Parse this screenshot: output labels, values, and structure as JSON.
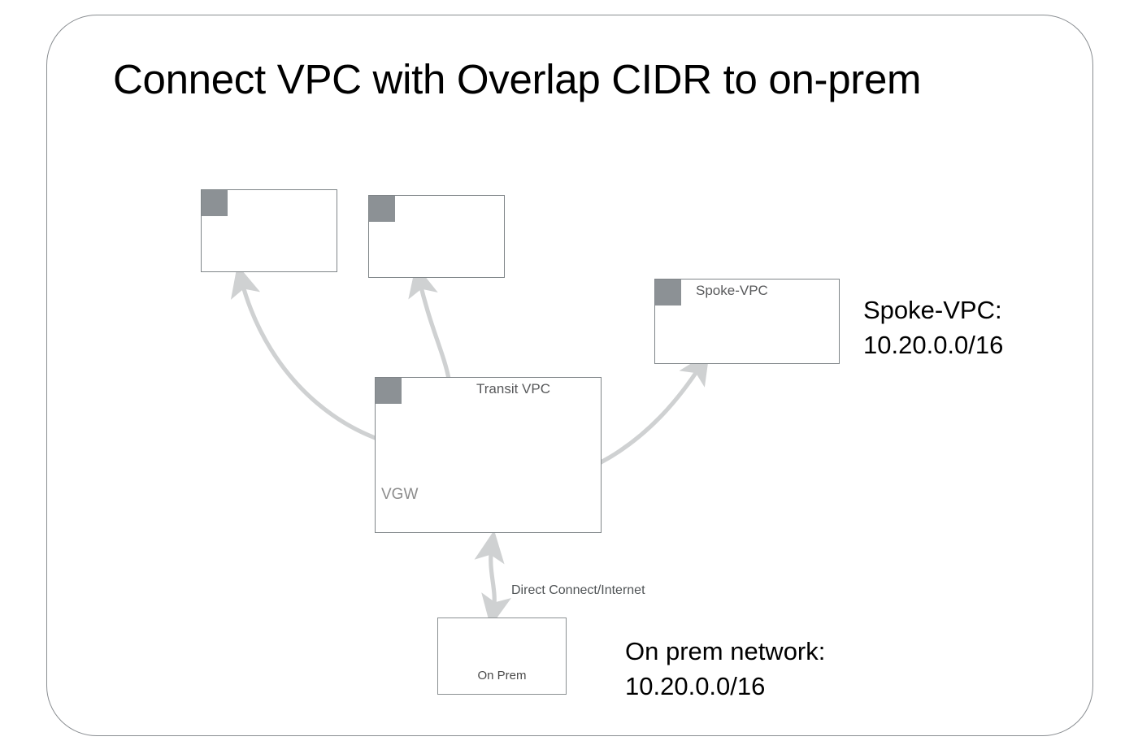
{
  "slide": {
    "title": "Connect VPC with Overlap CIDR to on-prem"
  },
  "nodes": {
    "vpc_top_left": {
      "label": "",
      "icon": "vpc-cloud-lock-icon",
      "device_icon": "router-icon"
    },
    "vpc_top_right": {
      "label": "",
      "icon": "vpc-cloud-lock-icon",
      "device_icon": "router-icon"
    },
    "spoke_vpc": {
      "label": "Spoke-VPC",
      "icon": "vpc-cloud-lock-icon",
      "device_icon": "router-icon"
    },
    "transit_vpc": {
      "label": "Transit VPC",
      "icon": "vpc-cloud-lock-icon",
      "device_icon": "router-icon",
      "gateway_label": "VGW",
      "gateway_icon": "vpn-gateway-lock-icon"
    },
    "on_prem": {
      "label": "On Prem",
      "device_icon": "onprem-router-icon"
    }
  },
  "edges": {
    "direct_connect": "Direct Connect/Internet"
  },
  "annotations": {
    "spoke_cidr": {
      "line1": "Spoke-VPC:",
      "line2": "10.20.0.0/16"
    },
    "onprem_cidr": {
      "line1": "On prem network:",
      "line2": "10.20.0.0/16"
    }
  },
  "colors": {
    "router_orange": "#d8501d",
    "vpc_header_gray": "#8c9195",
    "box_border_gray": "#7f8588",
    "frame_gray": "#898d91",
    "arrow_light": "#cfd1d2",
    "arrow_dark": "#9a9d9f",
    "vgw_navy": "#2a3344",
    "onprem_device_gray": "#a8adb0",
    "text_black": "#000000",
    "text_gray": "#58595b"
  }
}
